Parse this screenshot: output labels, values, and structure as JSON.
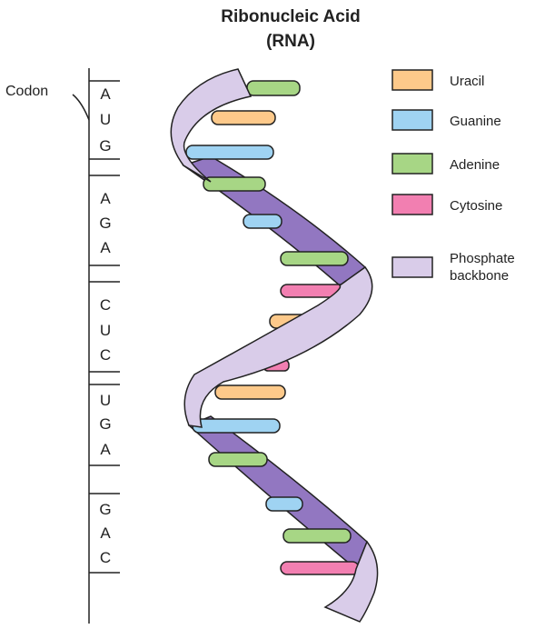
{
  "title": {
    "line1": "Ribonucleic Acid",
    "line2": "(RNA)"
  },
  "codon_label": "Codon",
  "codons": [
    [
      "A",
      "U",
      "G"
    ],
    [
      "A",
      "G",
      "A"
    ],
    [
      "C",
      "U",
      "C"
    ],
    [
      "U",
      "G",
      "A"
    ],
    [
      "G",
      "A",
      "C"
    ]
  ],
  "legend": [
    {
      "label": "Uracil",
      "color": "#fdc98a"
    },
    {
      "label": "Guanine",
      "color": "#9fd3f2"
    },
    {
      "label": "Adenine",
      "color": "#a7d685"
    },
    {
      "label": "Cytosine",
      "color": "#f27fb1"
    },
    {
      "label": "Phosphate",
      "label2": "backbone",
      "color": "#d9cce9"
    }
  ],
  "colors": {
    "backbone_front": "#d9cce9",
    "backbone_back": "#9277c1",
    "uracil": "#fdc98a",
    "guanine": "#9fd3f2",
    "adenine": "#a7d685",
    "cytosine": "#f27fb1",
    "outline": "#222222"
  }
}
